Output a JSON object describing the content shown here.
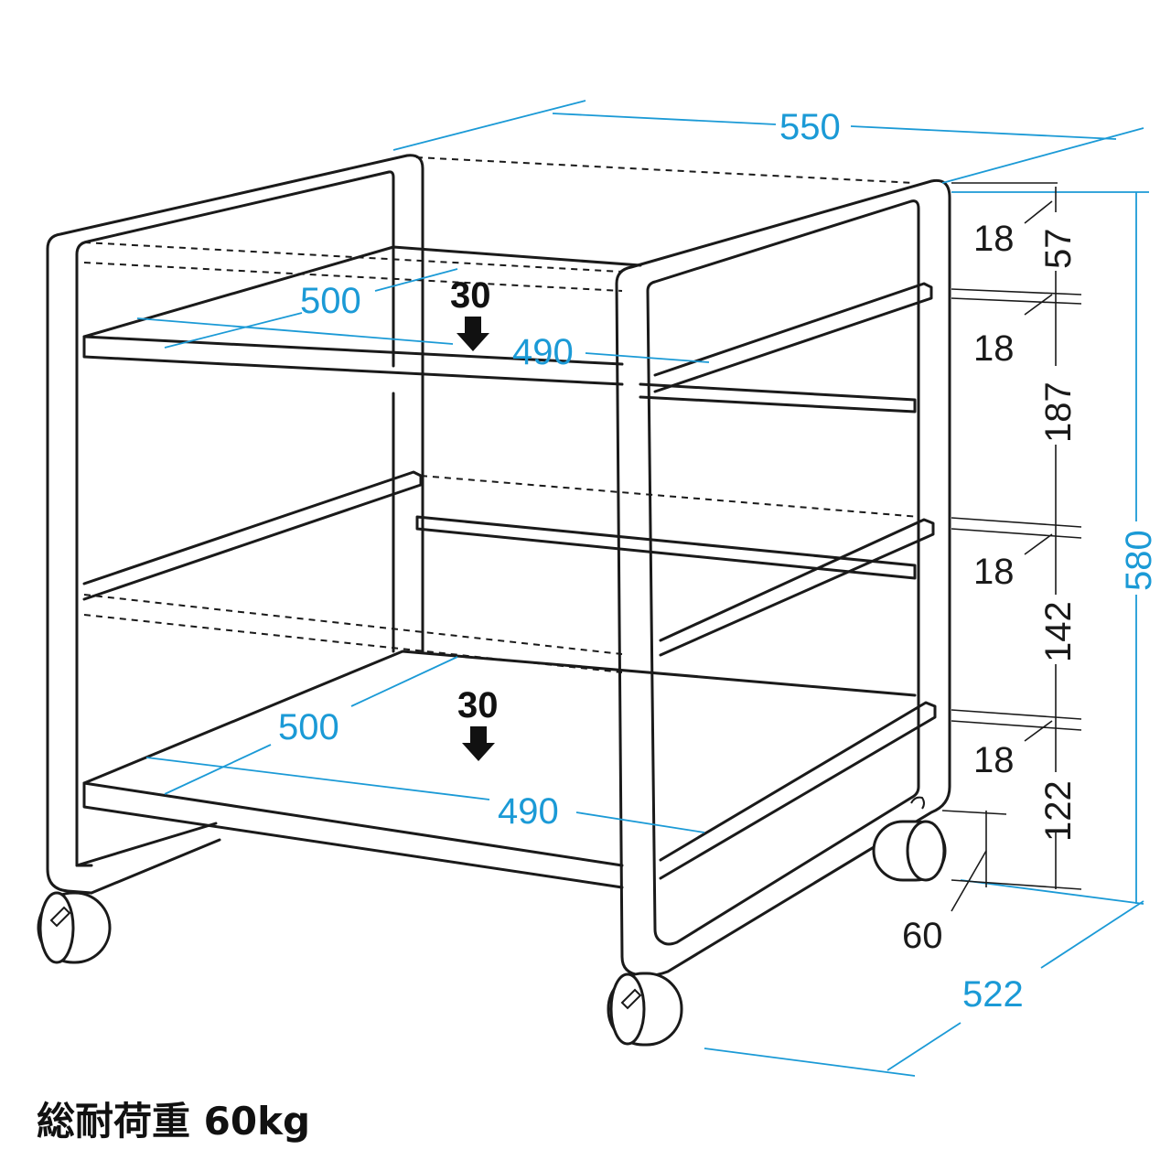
{
  "colors": {
    "dimension_blue": "#1b9ad6",
    "line_black": "#1a1a1a"
  },
  "dimensions": {
    "overall_width": "550",
    "overall_depth": "522",
    "overall_height": "580",
    "upper_shelf_depth": "500",
    "upper_shelf_width": "490",
    "lower_shelf_depth": "500",
    "lower_shelf_width": "490",
    "caster_height": "60"
  },
  "vertical_stack": {
    "top_gap": "57",
    "top_frame": "18",
    "upper_shelf_thickness": "18",
    "upper_clearance": "187",
    "middle_bar": "18",
    "middle_clearance": "142",
    "lower_shelf_thickness": "18",
    "bottom_clearance": "122"
  },
  "shelf_loads": {
    "upper": "30",
    "lower": "30"
  },
  "caption": "総耐荷重 60kg"
}
